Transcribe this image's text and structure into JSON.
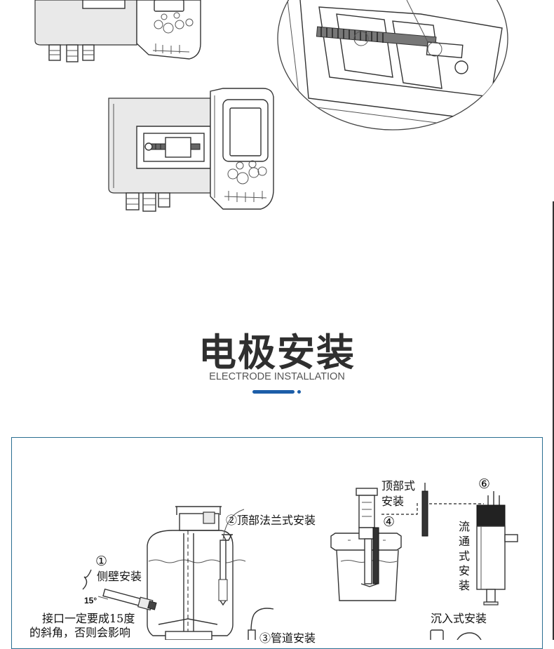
{
  "section": {
    "title_cn": "电极安装",
    "title_en": "ELECTRODE INSTALLATION",
    "accent_color": "#1d5ea8"
  },
  "diagram": {
    "frame_color": "#2a6e91",
    "labels": {
      "side_wall_number": "①",
      "side_wall": "侧壁安装",
      "angle": "15°",
      "note_line1": "接口一定要成15度",
      "note_line2": "的斜角，否则会影响",
      "top_flange": "②顶部法兰式安装",
      "pipe": "③管道安装",
      "top_line1": "顶部式",
      "top_line2": "安装",
      "top_number": "④",
      "flow_number": "⑥",
      "flow_vertical": "流通式安装",
      "immersion": "沉入式安装"
    }
  }
}
